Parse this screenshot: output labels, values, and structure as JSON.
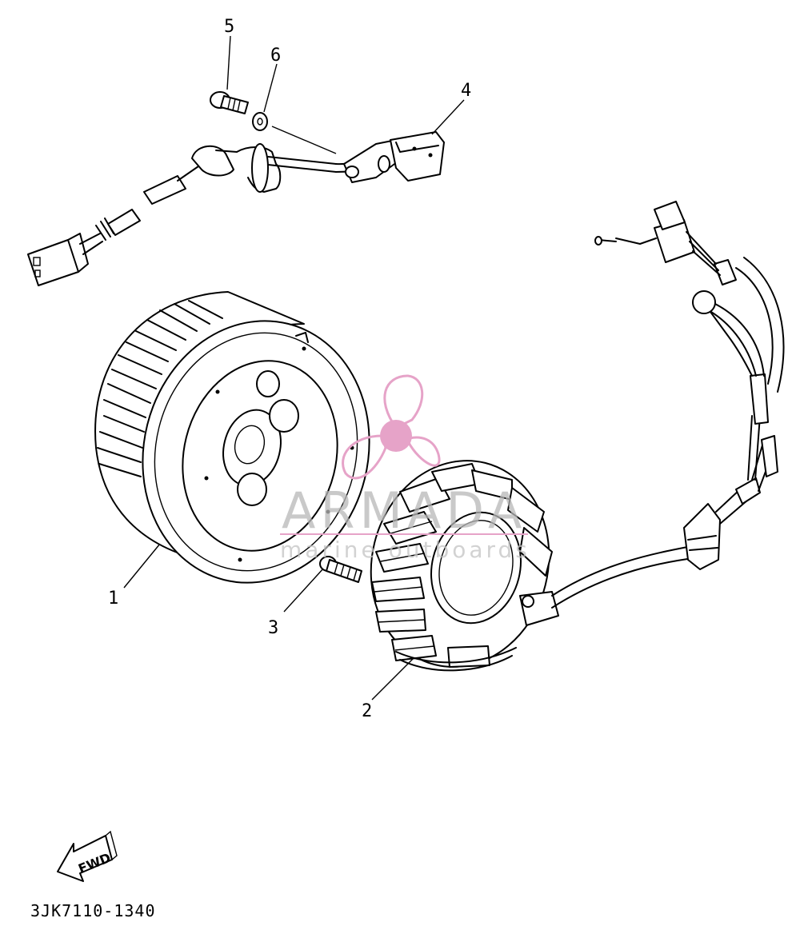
{
  "parts": {
    "p1": "1",
    "p2": "2",
    "p3": "3",
    "p4": "4",
    "p5": "5",
    "p6": "6"
  },
  "fwd_label": "FWD",
  "diagram_code": "3JK7110-1340",
  "watermark": {
    "brand": "ARMADA",
    "tagline": "marine outboards",
    "color": "#e6a3c8"
  }
}
